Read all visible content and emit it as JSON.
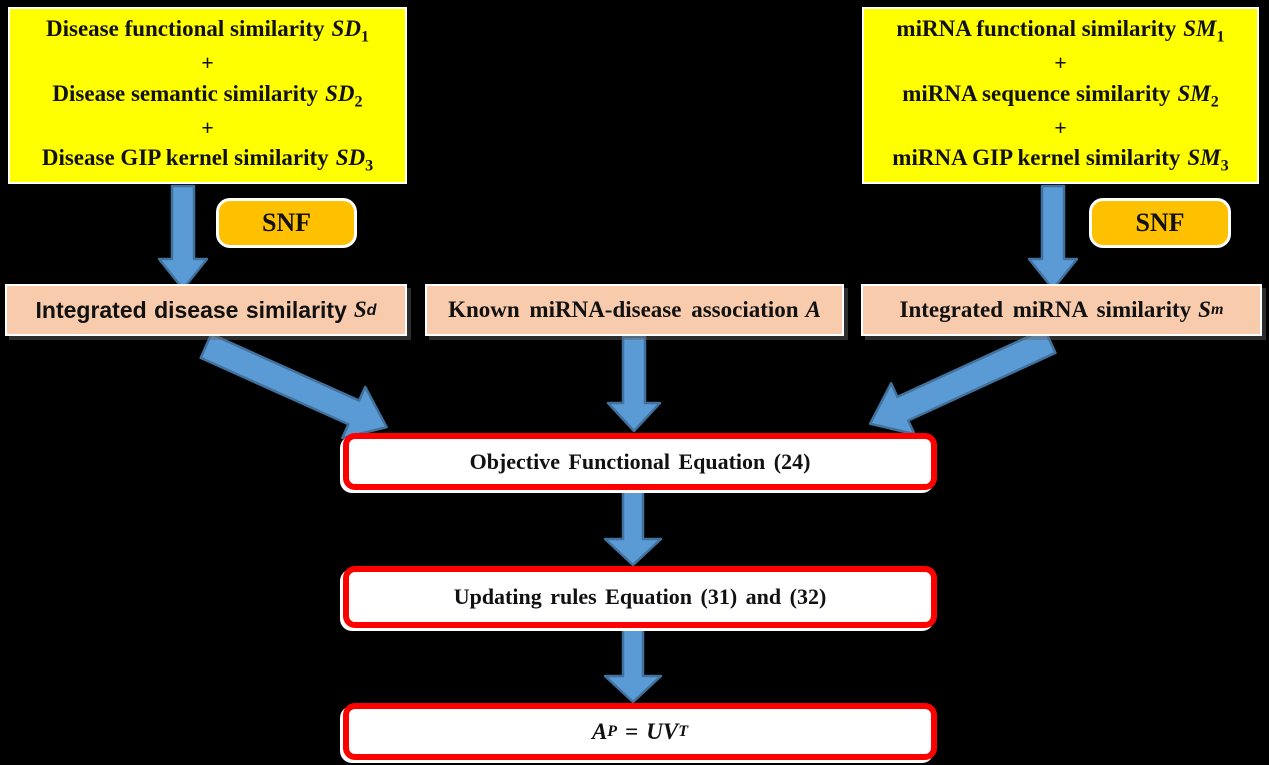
{
  "colors": {
    "background": "#000000",
    "box_yellow": "#FFFF00",
    "box_orange": "#FFC000",
    "box_peach": "#F8CBAD",
    "border_red": "#FF0000",
    "border_white": "#FFFFFF",
    "text_black": "#111111",
    "arrow_fill": "#5B9BD5",
    "arrow_stroke": "#41719C"
  },
  "nodes": {
    "disease_box": {
      "line1_text": "Disease functional similarity",
      "line1_math": "SD",
      "line1_sub": "1",
      "plus": "+",
      "line2_text": "Disease semantic similarity",
      "line2_math": "SD",
      "line2_sub": "2",
      "line3_text": "Disease GIP kernel similarity",
      "line3_math": "SD",
      "line3_sub": "3"
    },
    "mirna_box": {
      "line1_text": "miRNA functional similarity",
      "line1_math": "SM",
      "line1_sub": "1",
      "plus": "+",
      "line2_text": "miRNA sequence similarity",
      "line2_math": "SM",
      "line2_sub": "2",
      "line3_text": "miRNA GIP kernel similarity",
      "line3_math": "SM",
      "line3_sub": "3"
    },
    "snf_left": {
      "label": "SNF"
    },
    "snf_right": {
      "label": "SNF"
    },
    "integrated_disease": {
      "text": "Integrated disease similarity",
      "math": "S",
      "sup": "d"
    },
    "known_association": {
      "text": "Known miRNA-disease association",
      "math": "A"
    },
    "integrated_mirna": {
      "text": "Integrated miRNA similarity",
      "math": "S",
      "sup": "m"
    },
    "objective": {
      "label": "Objective Functional Equation (24)"
    },
    "updating": {
      "label": "Updating rules Equation (31) and (32)"
    },
    "result": {
      "lhs": "A",
      "lhs_sup": "P",
      "equals": "=",
      "rhs": "UV",
      "rhs_sup": "T"
    }
  },
  "icons": {
    "arrow_shape": "block-arrow",
    "arrow_names": [
      "arrow-disease-to-integrated",
      "arrow-mirna-to-integrated",
      "arrow-integrated-disease-to-objective",
      "arrow-association-to-objective",
      "arrow-integrated-mirna-to-objective",
      "arrow-objective-to-updating",
      "arrow-updating-to-result"
    ]
  }
}
